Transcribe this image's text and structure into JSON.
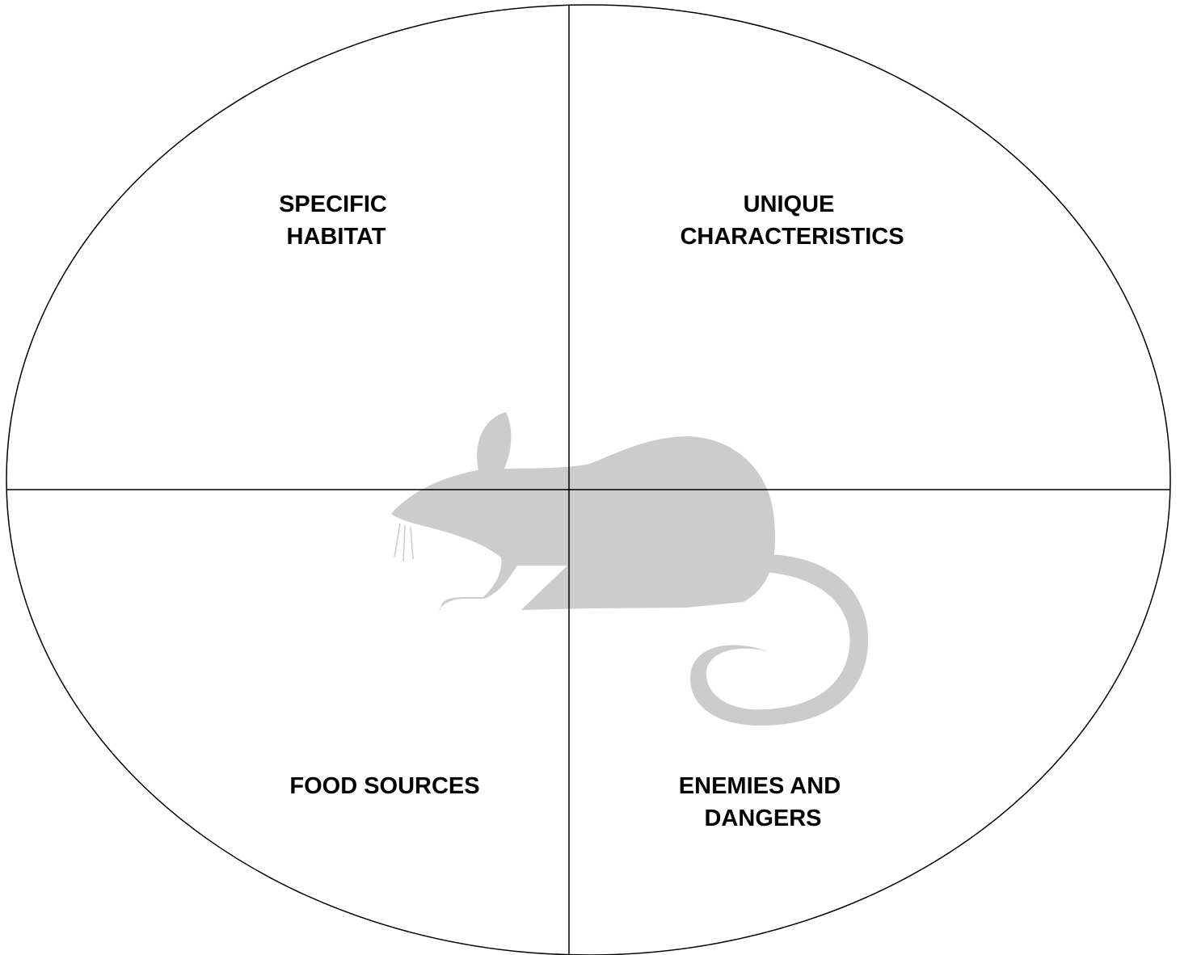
{
  "quadrants": {
    "top_left": {
      "lines": [
        "SPECIFIC",
        "HABITAT"
      ]
    },
    "top_right": {
      "lines": [
        "UNIQUE",
        "CHARACTERISTICS"
      ]
    },
    "bottom_left": {
      "lines": [
        "FOOD SOURCES"
      ]
    },
    "bottom_right": {
      "lines": [
        "ENEMIES AND",
        "DANGERS"
      ]
    }
  },
  "colors": {
    "outline": "#000000",
    "text": "#000000",
    "silhouette": "#cccccc",
    "background": "#ffffff"
  },
  "icons": {
    "center": "mouse-silhouette-icon"
  }
}
